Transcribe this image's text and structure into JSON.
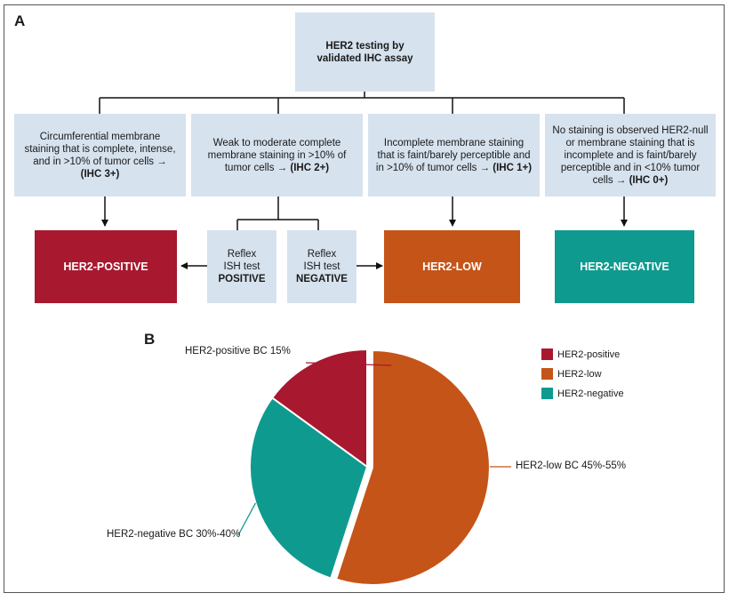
{
  "panelA": {
    "letter": "A",
    "top_box": "HER2 testing by\nvalidated IHC assay",
    "criteria": [
      {
        "text": "Circumferential membrane staining that is complete, intense, and in >10% of tumor cells → ",
        "bold": "(IHC 3+)"
      },
      {
        "text": "Weak to moderate complete membrane staining in >10% of tumor cells → ",
        "bold": "(IHC 2+)"
      },
      {
        "text": "Incomplete membrane staining that is faint/barely perceptible and in >10% of tumor cells → ",
        "bold": "(IHC 1+)"
      },
      {
        "text": "No staining is observed HER2-null or membrane staining that is incomplete and is faint/barely perceptible and in <10% tumor cells → ",
        "bold": "(IHC 0+)"
      }
    ],
    "reflex_positive": {
      "text": "Reflex\nISH test",
      "bold": "POSITIVE"
    },
    "reflex_negative": {
      "text": "Reflex\nISH test",
      "bold": "NEGATIVE"
    },
    "outcomes": {
      "positive": "HER2-POSITIVE",
      "low": "HER2-LOW",
      "negative": "HER2-NEGATIVE"
    }
  },
  "panelB": {
    "letter": "B",
    "chart_data": {
      "type": "pie",
      "slices": [
        {
          "name": "HER2-positive",
          "value": 15,
          "label": "HER2-positive BC 15%",
          "color": "#a8182f"
        },
        {
          "name": "HER2-low",
          "value": 55,
          "label": "HER2-low BC 45%-55%",
          "color": "#c55418"
        },
        {
          "name": "HER2-negative",
          "value": 30,
          "label": "HER2-negative BC 30%-40%",
          "color": "#0f9a8f"
        }
      ],
      "legend": [
        "HER2-positive",
        "HER2-low",
        "HER2-negative"
      ],
      "legend_position": "top-right"
    }
  },
  "colors": {
    "box_fill": "#d6e2ee",
    "positive": "#a8182f",
    "low": "#c55418",
    "negative": "#0f9a8f"
  }
}
